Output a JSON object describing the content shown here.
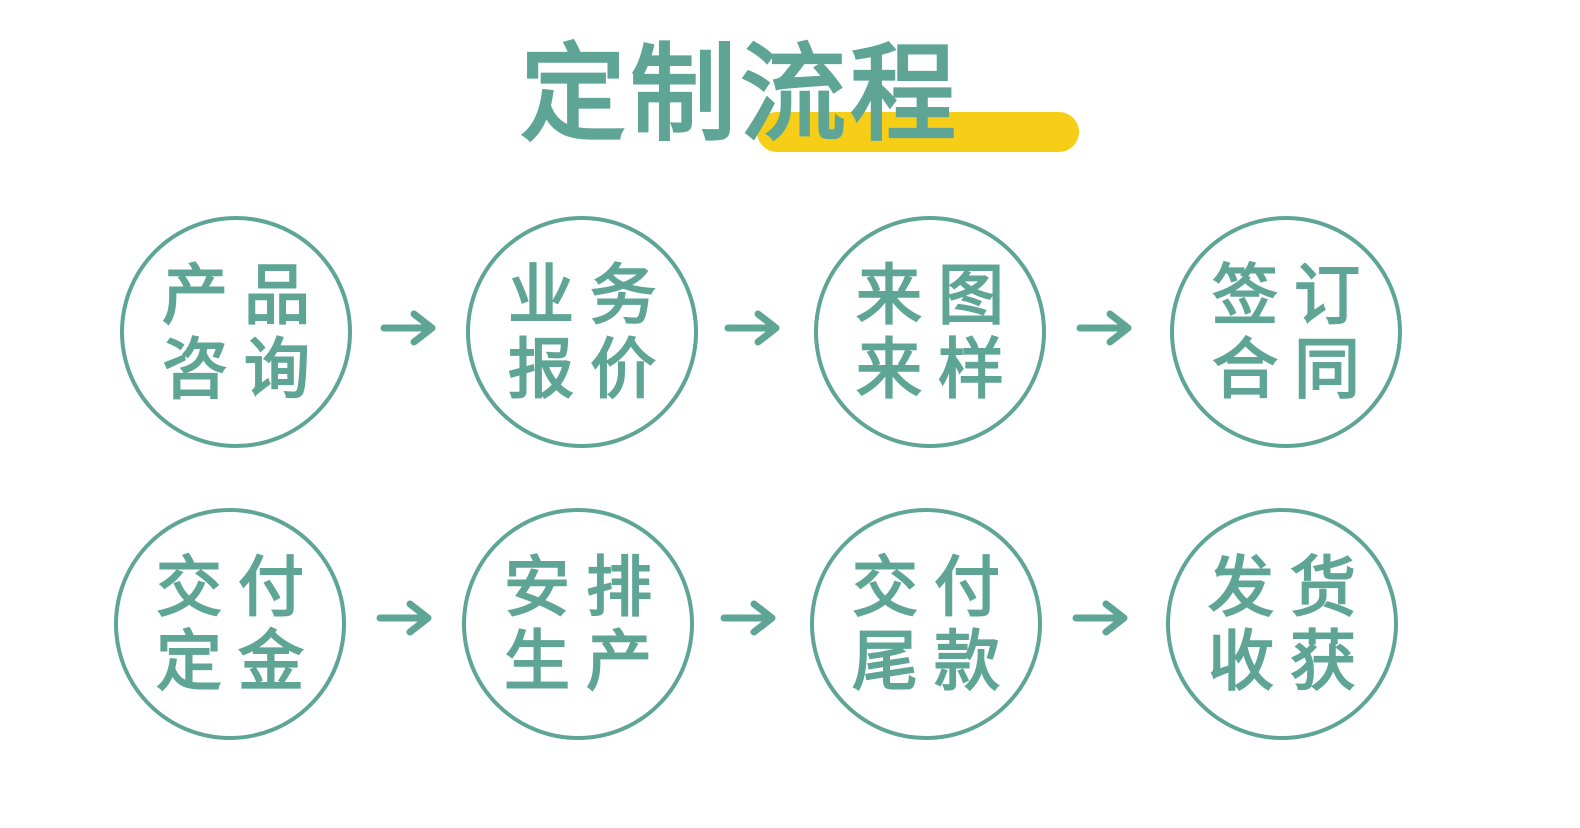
{
  "title": "定制流程",
  "colors": {
    "primary": "#5fa596",
    "highlight": "#f6cd17",
    "background": "#ffffff"
  },
  "flow": {
    "row1": [
      {
        "line1": "产品",
        "line2": "咨询"
      },
      {
        "line1": "业务",
        "line2": "报价"
      },
      {
        "line1": "来图",
        "line2": "来样"
      },
      {
        "line1": "签订",
        "line2": "合同"
      }
    ],
    "row2": [
      {
        "line1": "交付",
        "line2": "定金"
      },
      {
        "line1": "安排",
        "line2": "生产"
      },
      {
        "line1": "交付",
        "line2": "尾款"
      },
      {
        "line1": "发货",
        "line2": "收获"
      }
    ],
    "arrow_icon": "arrow-right-icon"
  }
}
